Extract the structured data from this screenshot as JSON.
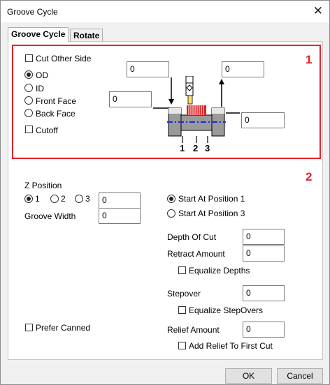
{
  "window": {
    "title": "Groove Cycle",
    "close_icon": "close-icon"
  },
  "tabs": [
    {
      "label": "Groove Cycle",
      "active": true
    },
    {
      "label": "Rotate",
      "active": false
    }
  ],
  "section_markers": {
    "one": "1",
    "two": "2"
  },
  "top": {
    "cut_other_side": {
      "label": "Cut Other Side",
      "checked": false
    },
    "side_options": [
      {
        "label": "OD",
        "selected": true
      },
      {
        "label": "ID",
        "selected": false
      },
      {
        "label": "Front Face",
        "selected": false
      },
      {
        "label": "Back Face",
        "selected": false
      }
    ],
    "cutoff": {
      "label": "Cutoff",
      "checked": false
    },
    "inputs": {
      "left_height": "0",
      "right_height": "0",
      "left_diameter": "0",
      "right_diameter": "0"
    },
    "diagram": {
      "position_numbers": [
        "1",
        "2",
        "3"
      ]
    }
  },
  "bottom": {
    "z_position": {
      "label": "Z Position",
      "options": [
        {
          "label": "1",
          "selected": true
        },
        {
          "label": "2",
          "selected": false
        },
        {
          "label": "3",
          "selected": false
        }
      ],
      "value": "0"
    },
    "groove_width": {
      "label": "Groove Width",
      "value": "0"
    },
    "start_at": [
      {
        "label": "Start At Position 1",
        "selected": true
      },
      {
        "label": "Start At Position 3",
        "selected": false
      }
    ],
    "depth_of_cut": {
      "label": "Depth Of Cut",
      "value": "0"
    },
    "retract_amount": {
      "label": "Retract Amount",
      "value": "0"
    },
    "equalize_depths": {
      "label": "Equalize Depths",
      "checked": false
    },
    "stepover": {
      "label": "Stepover",
      "value": "0"
    },
    "equalize_stepovers": {
      "label": "Equalize StepOvers",
      "checked": false
    },
    "prefer_canned": {
      "label": "Prefer Canned",
      "checked": false
    },
    "relief_amount": {
      "label": "Relief Amount",
      "value": "0"
    },
    "add_relief": {
      "label": "Add Relief To First Cut",
      "checked": false
    }
  },
  "footer": {
    "ok_label": "OK",
    "cancel_label": "Cancel"
  },
  "colors": {
    "accent_red": "#e4222c",
    "part_blue": "#1a2ecc",
    "groove_red": "#e02020"
  }
}
